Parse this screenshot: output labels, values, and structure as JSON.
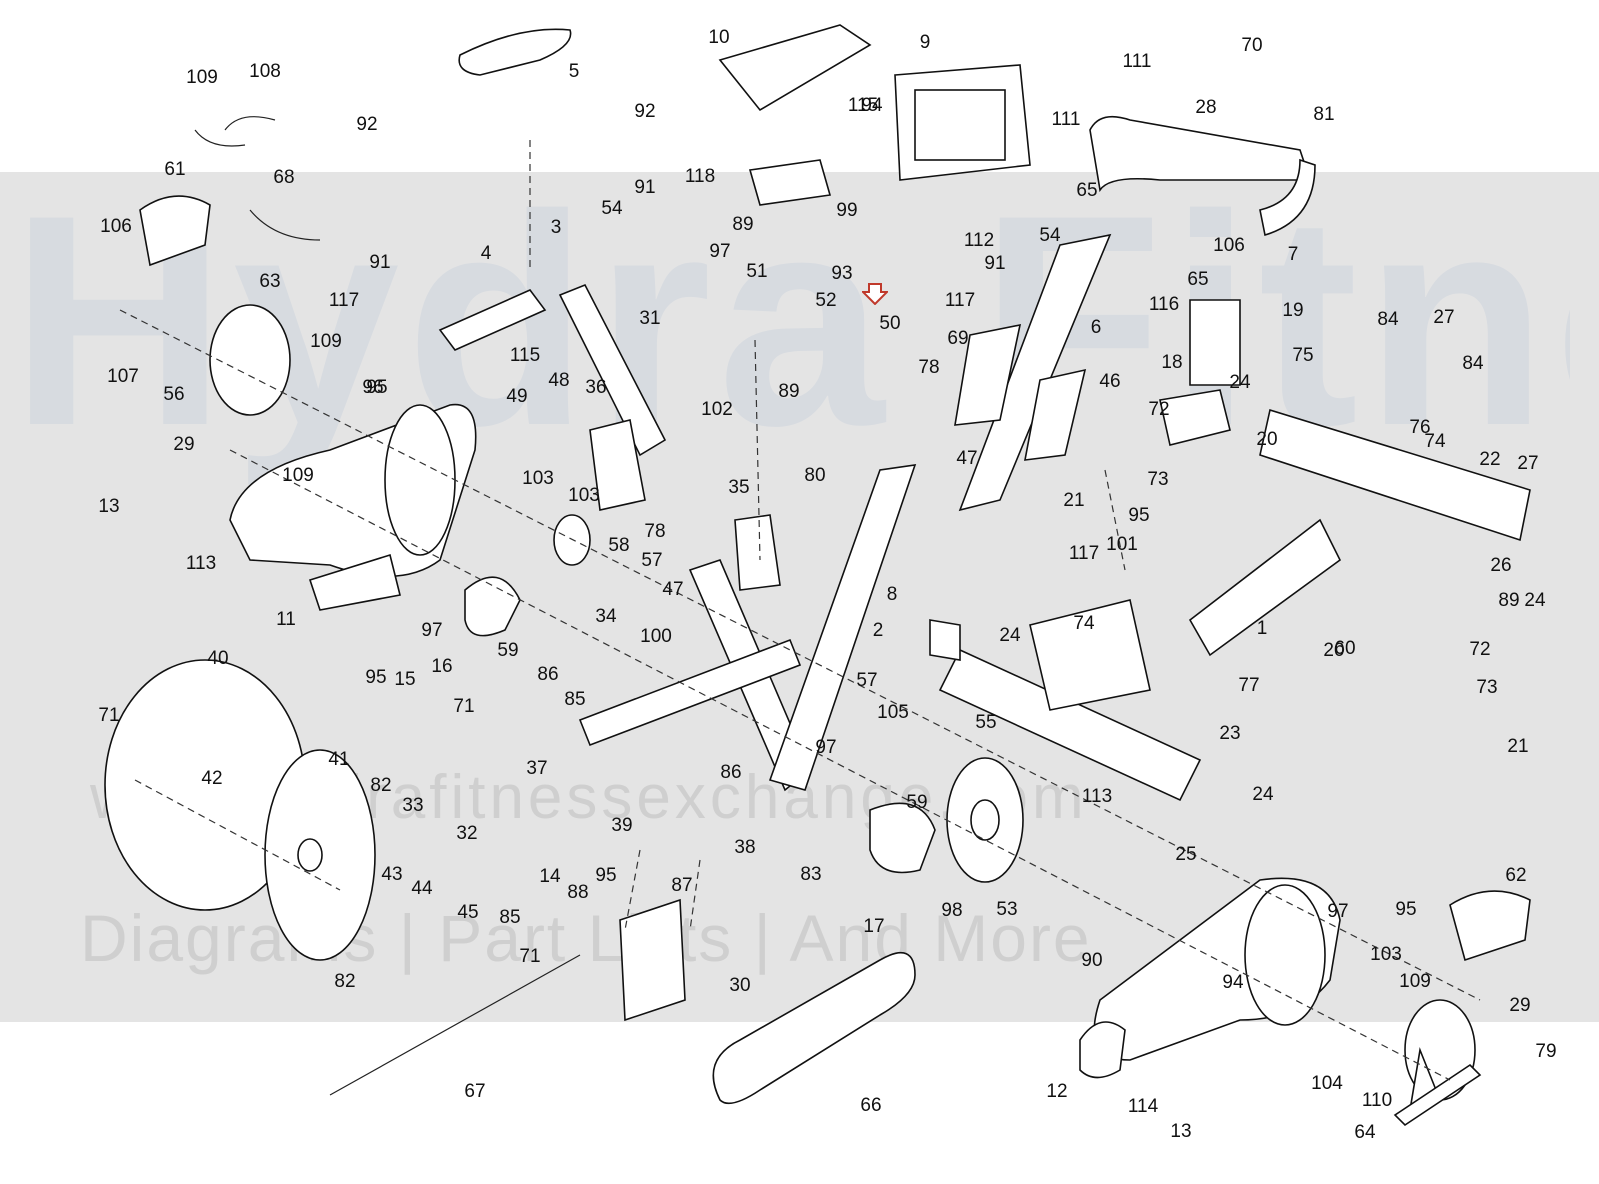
{
  "watermark": {
    "big": "Hydra Fitness Exchange",
    "url": "www.hydrafitnessexchange.com",
    "tagline": "Diagrams | Part Lists | And More"
  },
  "highlight": {
    "part": "50",
    "color": "#c0392b"
  },
  "part_labels": [
    "1",
    "2",
    "3",
    "4",
    "5",
    "6",
    "7",
    "8",
    "9",
    "10",
    "11",
    "12",
    "13",
    "13",
    "14",
    "15",
    "16",
    "17",
    "18",
    "19",
    "20",
    "20",
    "21",
    "21",
    "22",
    "23",
    "24",
    "24",
    "24",
    "24",
    "25",
    "26",
    "27",
    "27",
    "28",
    "29",
    "29",
    "30",
    "31",
    "32",
    "33",
    "34",
    "35",
    "36",
    "37",
    "38",
    "39",
    "40",
    "41",
    "42",
    "43",
    "44",
    "45",
    "46",
    "47",
    "47",
    "48",
    "49",
    "50",
    "51",
    "52",
    "53",
    "54",
    "54",
    "55",
    "56",
    "57",
    "57",
    "58",
    "59",
    "59",
    "60",
    "61",
    "62",
    "63",
    "64",
    "65",
    "65",
    "66",
    "67",
    "68",
    "69",
    "70",
    "71",
    "71",
    "71",
    "72",
    "72",
    "73",
    "73",
    "74",
    "74",
    "75",
    "76",
    "77",
    "78",
    "78",
    "79",
    "80",
    "81",
    "82",
    "82",
    "83",
    "84",
    "84",
    "85",
    "85",
    "86",
    "86",
    "87",
    "88",
    "89",
    "89",
    "89",
    "90",
    "91",
    "91",
    "91",
    "92",
    "92",
    "93",
    "94",
    "94",
    "95",
    "95",
    "95",
    "95",
    "95",
    "96",
    "97",
    "97",
    "97",
    "97",
    "98",
    "99",
    "100",
    "101",
    "102",
    "103",
    "103",
    "103",
    "104",
    "105",
    "106",
    "106",
    "107",
    "108",
    "109",
    "109",
    "109",
    "109",
    "110",
    "111",
    "111",
    "112",
    "113",
    "113",
    "114",
    "115",
    "115",
    "116",
    "117",
    "117",
    "117",
    "118"
  ]
}
